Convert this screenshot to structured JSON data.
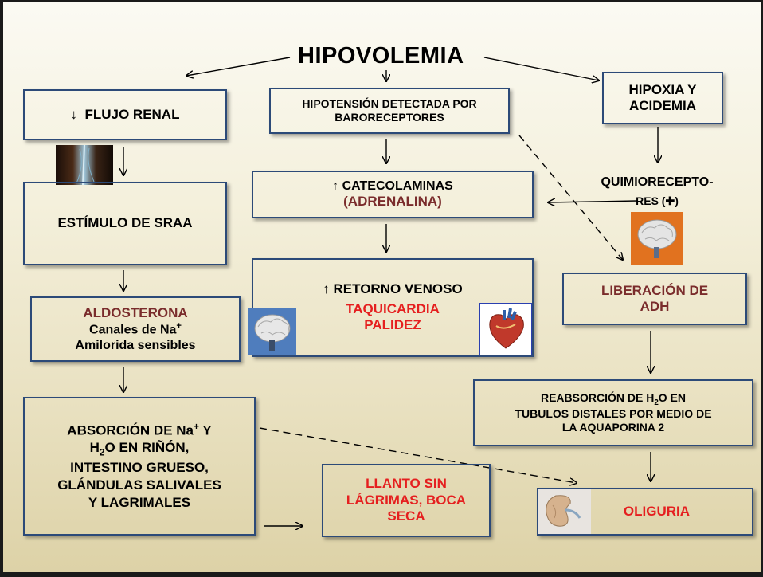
{
  "title": "HIPOVOLEMIA",
  "flujo_renal": {
    "arrow": "↓",
    "label": "FLUJO RENAL"
  },
  "hipotension": {
    "line1": "HIPOTENSIÓN DETECTADA POR",
    "line2": "BARORECEPTORES"
  },
  "hipoxia": {
    "line1": "HIPOXIA Y",
    "line2": "ACIDEMIA"
  },
  "catecolaminas": {
    "line1": "↑ CATECOLAMINAS",
    "line2": "(ADRENALINA)"
  },
  "quimioreceptores": {
    "line1": "QUIMIORECEPTO-",
    "line2": "RES (✚)"
  },
  "sraa": {
    "label": "ESTÍMULO DE SRAA"
  },
  "retorno": {
    "line1": "↑ RETORNO VENOSO",
    "line2": "TAQUICARDIA",
    "line3": "PALIDEZ"
  },
  "liberacion": {
    "line1": "LIBERACIÓN DE",
    "line2": "ADH"
  },
  "aldosterona": {
    "line1": "ALDOSTERONA",
    "line2a": "Canales de Na",
    "line2sup": "+",
    "line3": "Amilorida sensibles"
  },
  "absorcion": {
    "line1a": "ABSORCIÓN DE  Na",
    "line1sup": "+",
    "line1b": " Y",
    "line2a": "H",
    "line2sub": "2",
    "line2b": "O EN RIÑÓN,",
    "line3": "INTESTINO GRUESO,",
    "line4": "GLÁNDULAS SALIVALES",
    "line5": "Y LAGRIMALES"
  },
  "reabsorcion": {
    "line1a": "REABSORCIÓN DE H",
    "line1sub": "2",
    "line1b": "O EN",
    "line2": "TUBULOS DISTALES POR MEDIO DE",
    "line3": "LA  AQUAPORINA 2"
  },
  "llanto": {
    "line1": "LLANTO SIN",
    "line2": "LÁGRIMAS, BOCA",
    "line3": "SECA"
  },
  "oliguria": {
    "label": "OLIGURIA"
  },
  "colors": {
    "border": "#2c4a78",
    "red": "#e51f1f",
    "maroon": "#7a2c2c"
  },
  "icons": [
    "kidney-xray-image",
    "brain-icon",
    "heart-icon",
    "kidney-icon"
  ]
}
